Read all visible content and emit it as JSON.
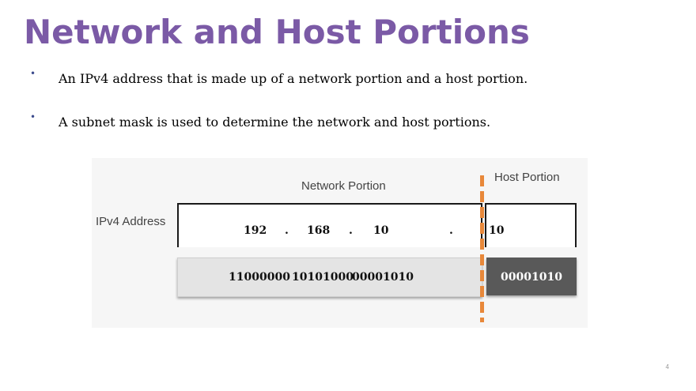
{
  "slide": {
    "title": "Network and Host Portions",
    "bullets": [
      "An IPv4 address that is made up of a network portion and a host portion.",
      "A subnet mask is used to determine the network and host portions."
    ],
    "page_number": "4"
  },
  "figure": {
    "network_label": "Network Portion",
    "host_label": "Host Portion",
    "row_label": "IPv4 Address",
    "octets": [
      "192",
      "168",
      "10",
      "10"
    ],
    "dot": ".",
    "network_binary": [
      "11000000",
      "10101000",
      "00001010"
    ],
    "host_binary": "00001010",
    "colors": {
      "title": "#7b5aa6",
      "divider": "#e8883a",
      "network_bar": "#e4e4e4",
      "host_bar": "#595959"
    }
  }
}
